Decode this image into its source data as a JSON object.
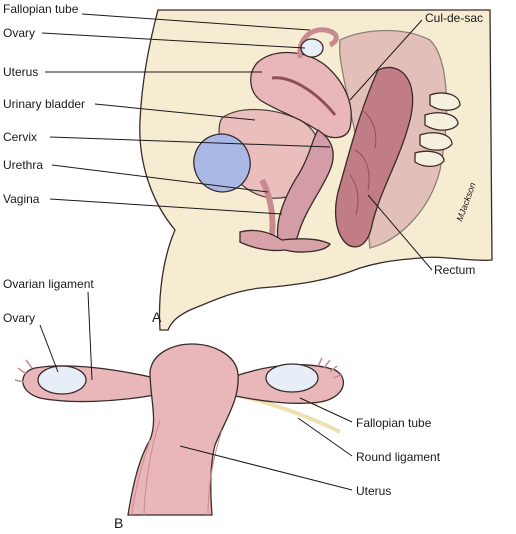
{
  "panel_a": {
    "letter": "A",
    "labels": {
      "fallopian_tube": "Fallopian tube",
      "ovary": "Ovary",
      "uterus": "Uterus",
      "urinary_bladder": "Urinary bladder",
      "cervix": "Cervix",
      "urethra": "Urethra",
      "vagina": "Vagina",
      "cul_de_sac": "Cul-de-sac",
      "rectum": "Rectum"
    },
    "signature": "MJackson"
  },
  "panel_b": {
    "letter": "B",
    "labels": {
      "ovarian_ligament": "Ovarian ligament",
      "ovary": "Ovary",
      "fallopian_tube": "Fallopian tube",
      "round_ligament": "Round ligament",
      "uterus": "Uterus"
    }
  },
  "colors": {
    "skin": "#f6ecd2",
    "uterus_pink": "#e9b7b9",
    "uterus_dark": "#c98a8f",
    "bladder_blue": "#aab8e6",
    "rectum": "#c07d86",
    "ovary_fill": "#e7eef8",
    "ligament": "#efe0b0",
    "bone": "#f5f0de"
  }
}
